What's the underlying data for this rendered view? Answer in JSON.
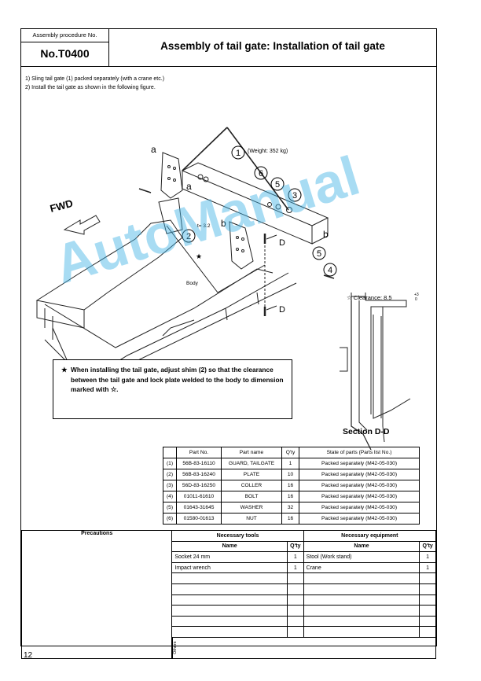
{
  "header": {
    "procedure_label": "Assembly procedure No.",
    "procedure_no": "No.T0400",
    "title": "Assembly of tail gate: Installation of tail gate"
  },
  "steps": [
    "1)  Sling tail gate (1) packed separately (with a crane etc.)",
    "2)  Install the tail gate as shown in the following figure."
  ],
  "figure": {
    "fwd": "FWD",
    "weight": "(Weight: 352 kg)",
    "body": "Body",
    "thickness": "t= 3.2",
    "clearance": "☆ Clearance: 8.5",
    "clearance_sup": "+3",
    "clearance_sub": "0",
    "callout_a": "a",
    "callout_b": "b",
    "callout_d": "D",
    "callout_1": "1",
    "callout_2": "2",
    "callout_3": "3",
    "callout_4": "4",
    "callout_5": "5",
    "callout_6": "6",
    "star": "★",
    "section": "Section D-D"
  },
  "note": {
    "star": "★",
    "text": "When installing the tail gate, adjust shim (2) so that the clearance between the tail gate and lock plate welded to the body to dimension marked with ☆."
  },
  "parts": {
    "headers": [
      "",
      "Part No.",
      "Part name",
      "Q'ty",
      "State of parts (Parts list No.)"
    ],
    "rows": [
      [
        "(1)",
        "56B-83-16110",
        "GUARD, TAILGATE",
        "1",
        "Packed separately (M42-05-030)"
      ],
      [
        "(2)",
        "56B-83-16240",
        "PLATE",
        "10",
        "Packed separately (M42-05-030)"
      ],
      [
        "(3)",
        "56D-83-16250",
        "COLLER",
        "16",
        "Packed separately (M42-05-030)"
      ],
      [
        "(4)",
        "01011-61610",
        "BOLT",
        "16",
        "Packed separately (M42-05-030)"
      ],
      [
        "(5)",
        "01643-31645",
        "WASHER",
        "32",
        "Packed separately (M42-05-030)"
      ],
      [
        "(6)",
        "01580-01613",
        "NUT",
        "16",
        "Packed separately (M42-05-030)"
      ]
    ]
  },
  "bottom": {
    "precautions": "Precautions",
    "tools_header": "Necessary tools",
    "equip_header": "Necessary equipment",
    "name": "Name",
    "qty": "Q'ty",
    "others": "Others",
    "tools": [
      {
        "name": "Socket 24 mm",
        "qty": "1"
      },
      {
        "name": "Impact wrench",
        "qty": "1"
      }
    ],
    "equipment": [
      {
        "name": "Stool (Work stand)",
        "qty": "1"
      },
      {
        "name": "Crane",
        "qty": "1"
      }
    ]
  },
  "page_number": "12",
  "watermark": "AutoManual"
}
